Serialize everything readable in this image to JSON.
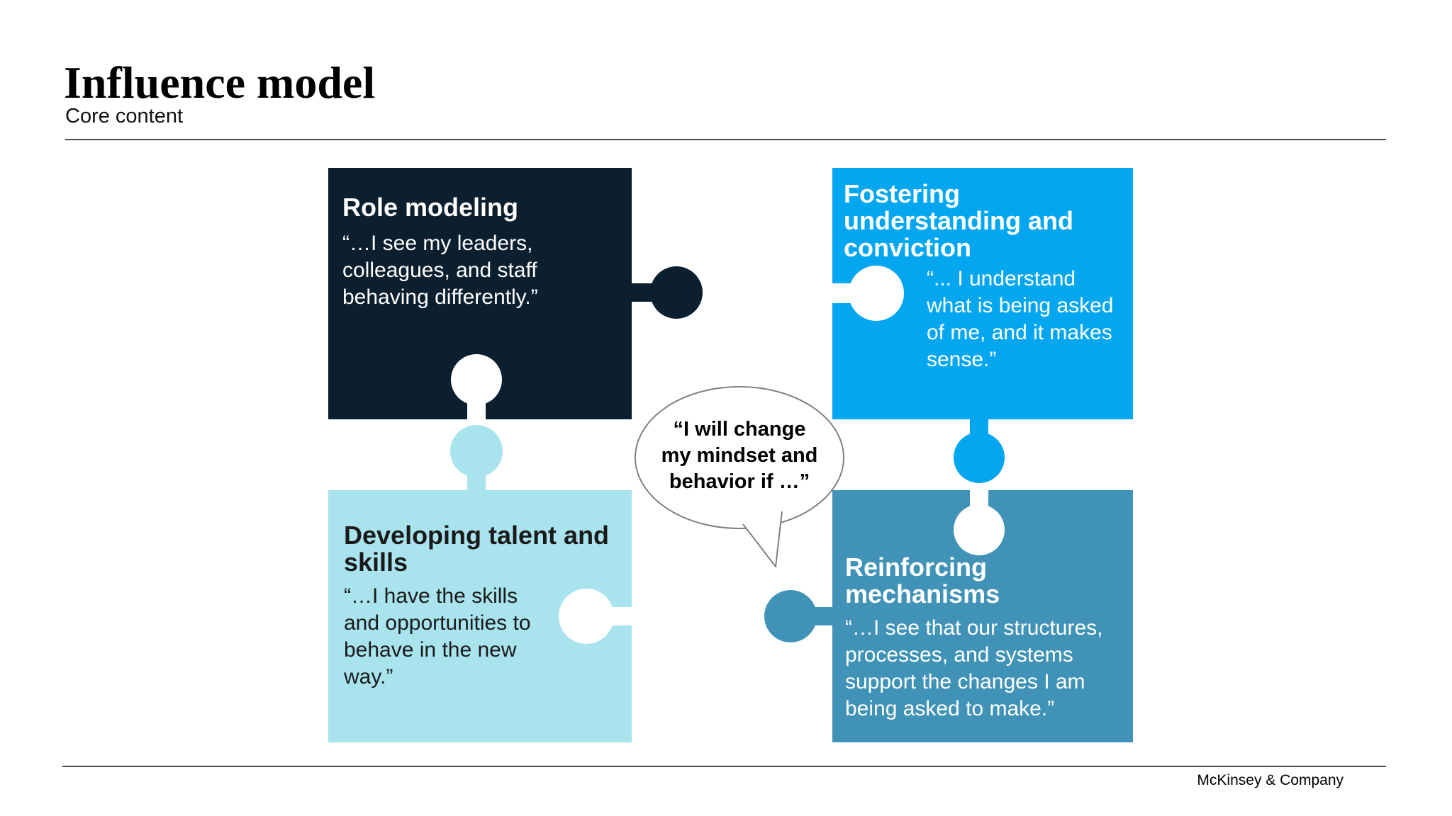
{
  "slide": {
    "title": "Influence model",
    "subtitle": "Core content",
    "footer_logo": "McKinsey & Company"
  },
  "bubble": {
    "text": "“I will change\nmy mindset and\nbehavior if …”",
    "fill": "#FFFFFF",
    "border_color": "#808080"
  },
  "pieces": [
    {
      "id": "role-modeling",
      "position": "top-left",
      "color": "#0C1F2F",
      "text_color": "#FFFFFF",
      "title": "Role modeling",
      "quote": "“…I see my leaders,\ncolleagues, and staff\nbehaving differently.”"
    },
    {
      "id": "fostering-understanding-and-conviction",
      "position": "top-right",
      "color": "#04A7EF",
      "text_color": "#FFFFFF",
      "title": "Fostering\nunderstanding and\nconviction",
      "quote": "“... I understand\nwhat is being asked\nof me, and it makes\nsense.”"
    },
    {
      "id": "developing-talent-and-skills",
      "position": "bottom-left",
      "color": "#A9E4EE",
      "text_color": "#1A1A1A",
      "title": "Developing talent and\nskills",
      "quote": "“…I have the skills\nand opportunities to\nbehave in the new\nway.”"
    },
    {
      "id": "reinforcing-mechanisms",
      "position": "bottom-right",
      "color": "#4093B6",
      "text_color": "#FFFFFF",
      "title": "Reinforcing\nmechanisms",
      "quote": "“…I see that our structures,\nprocesses, and systems\nsupport the changes I am\nbeing asked to make.”"
    }
  ]
}
